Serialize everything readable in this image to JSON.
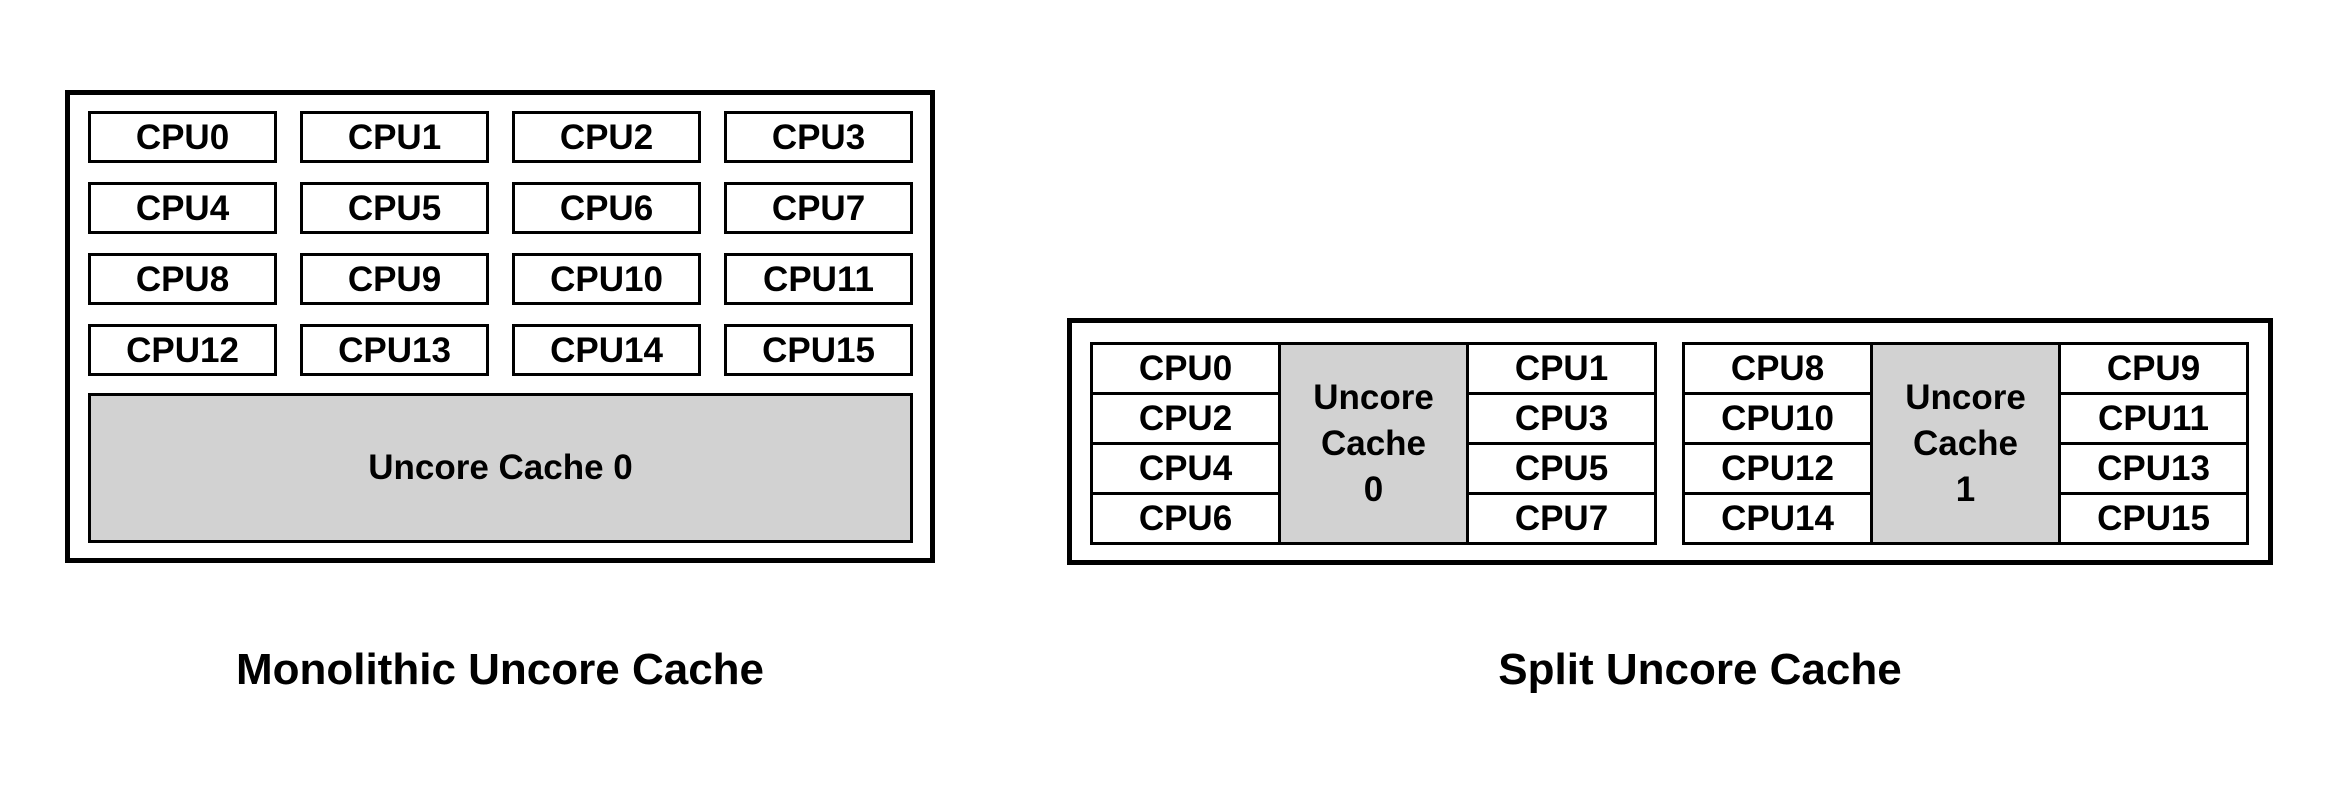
{
  "colors": {
    "background": "#ffffff",
    "border": "#000000",
    "cpu_fill": "#ffffff",
    "cache_fill": "#d2d2d2",
    "text": "#000000"
  },
  "monolithic": {
    "caption": "Monolithic Uncore Cache",
    "cache_label": "Uncore Cache 0",
    "cpu_rows": [
      [
        "CPU0",
        "CPU1",
        "CPU2",
        "CPU3"
      ],
      [
        "CPU4",
        "CPU5",
        "CPU6",
        "CPU7"
      ],
      [
        "CPU8",
        "CPU9",
        "CPU10",
        "CPU11"
      ],
      [
        "CPU12",
        "CPU13",
        "CPU14",
        "CPU15"
      ]
    ]
  },
  "split": {
    "caption": "Split Uncore Cache",
    "groups": [
      {
        "left_cpus": [
          "CPU0",
          "CPU2",
          "CPU4",
          "CPU6"
        ],
        "cache_lines": [
          "Uncore",
          "Cache",
          "0"
        ],
        "right_cpus": [
          "CPU1",
          "CPU3",
          "CPU5",
          "CPU7"
        ]
      },
      {
        "left_cpus": [
          "CPU8",
          "CPU10",
          "CPU12",
          "CPU14"
        ],
        "cache_lines": [
          "Uncore",
          "Cache",
          "1"
        ],
        "right_cpus": [
          "CPU9",
          "CPU11",
          "CPU13",
          "CPU15"
        ]
      }
    ]
  }
}
